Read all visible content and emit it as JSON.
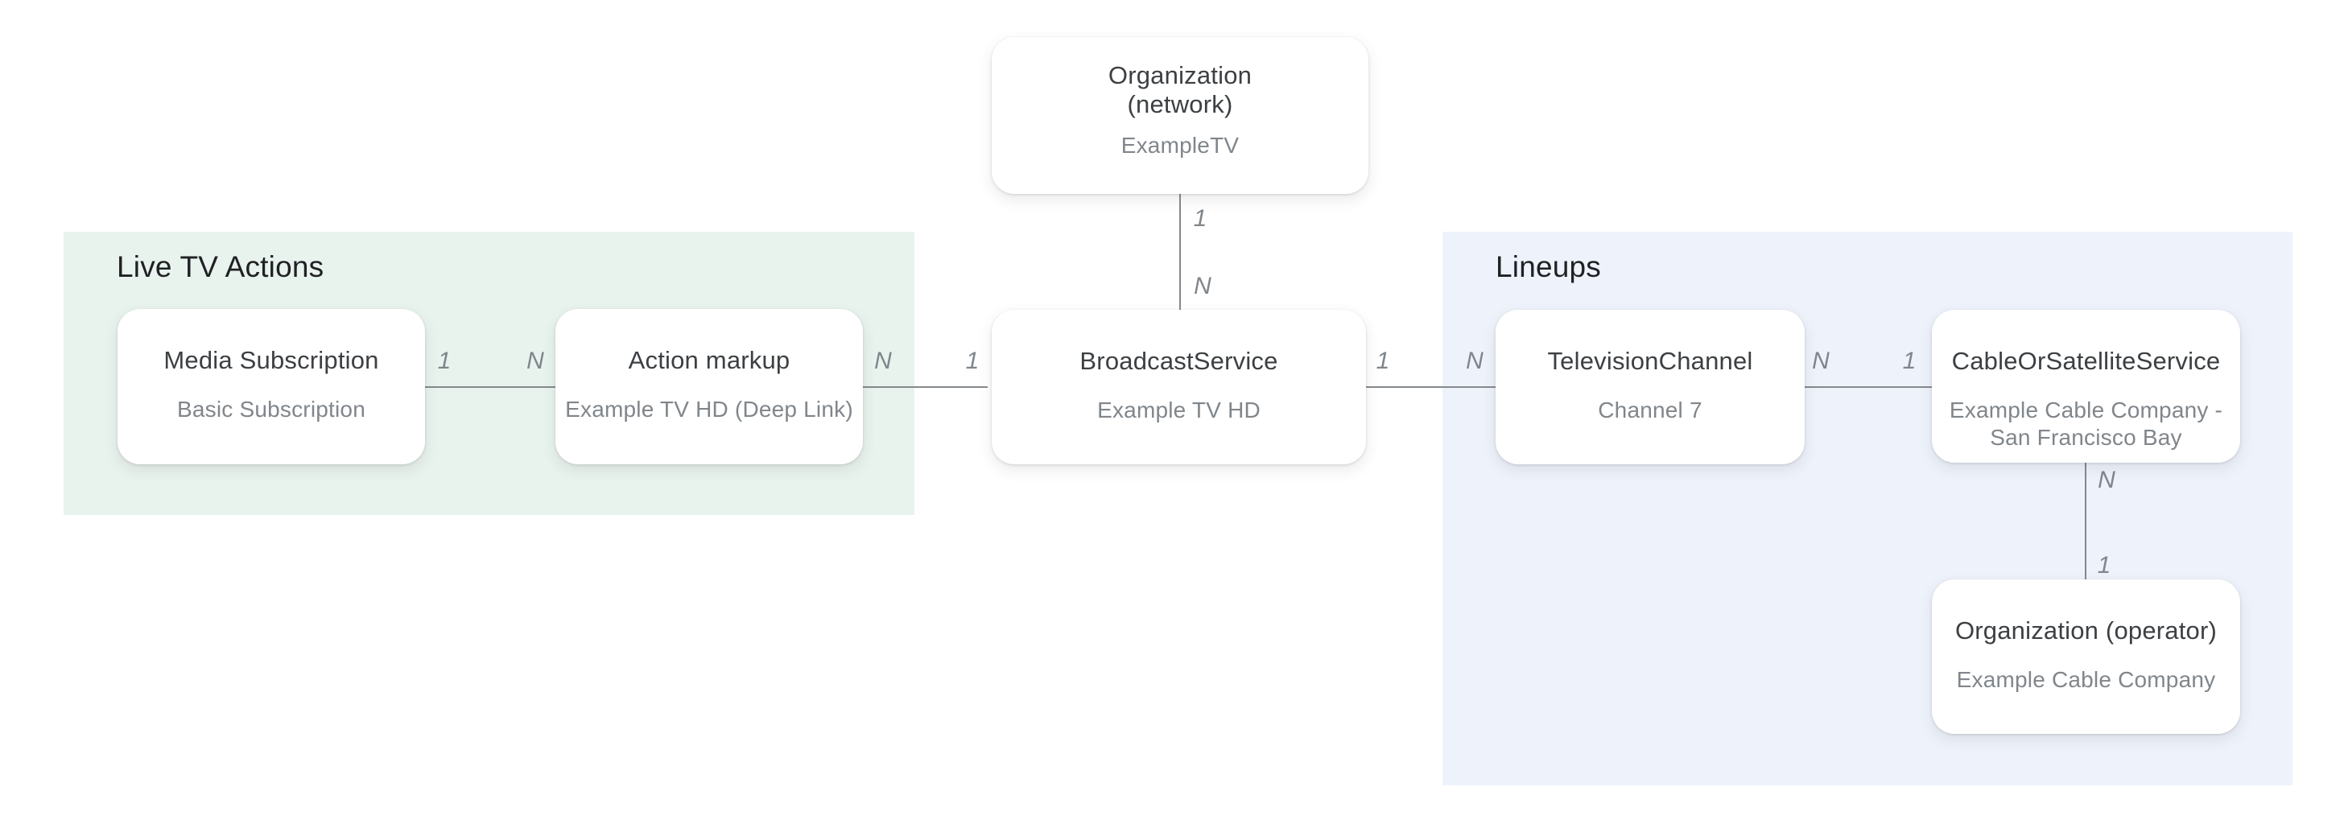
{
  "diagram": {
    "regions": {
      "live_tv_actions": {
        "label": "Live TV Actions"
      },
      "lineups": {
        "label": "Lineups"
      }
    },
    "nodes": {
      "org_network": {
        "title": "Organization\n(network)",
        "subtitle": "ExampleTV"
      },
      "media_subscription": {
        "title": "Media Subscription",
        "subtitle": "Basic Subscription"
      },
      "action_markup": {
        "title": "Action markup",
        "subtitle": "Example TV HD (Deep Link)"
      },
      "broadcast_service": {
        "title": "BroadcastService",
        "subtitle": "Example TV HD"
      },
      "television_channel": {
        "title": "TelevisionChannel",
        "subtitle": "Channel 7"
      },
      "cable_or_satellite_service": {
        "title": "CableOrSatelliteService",
        "subtitle": "Example Cable Company -\nSan Francisco Bay"
      },
      "org_operator": {
        "title": "Organization (operator)",
        "subtitle": "Example Cable Company"
      }
    },
    "edges": {
      "network_to_broadcast": {
        "from_label": "1",
        "to_label": "N"
      },
      "subscription_to_markup": {
        "from_label": "1",
        "to_label": "N"
      },
      "markup_to_broadcast": {
        "from_label": "N",
        "to_label": "1"
      },
      "broadcast_to_channel": {
        "from_label": "1",
        "to_label": "N"
      },
      "channel_to_cable": {
        "from_label": "N",
        "to_label": "1"
      },
      "cable_to_operator": {
        "from_label": "N",
        "to_label": "1"
      }
    },
    "colors": {
      "live_tv_actions_bg": "#e9f3ee",
      "lineups_bg": "#eef3fb",
      "node_bg": "#ffffff",
      "title_text": "#3c4043",
      "subtitle_text": "#80868b",
      "heading_text": "#202124",
      "edge_line": "#85898c"
    }
  }
}
